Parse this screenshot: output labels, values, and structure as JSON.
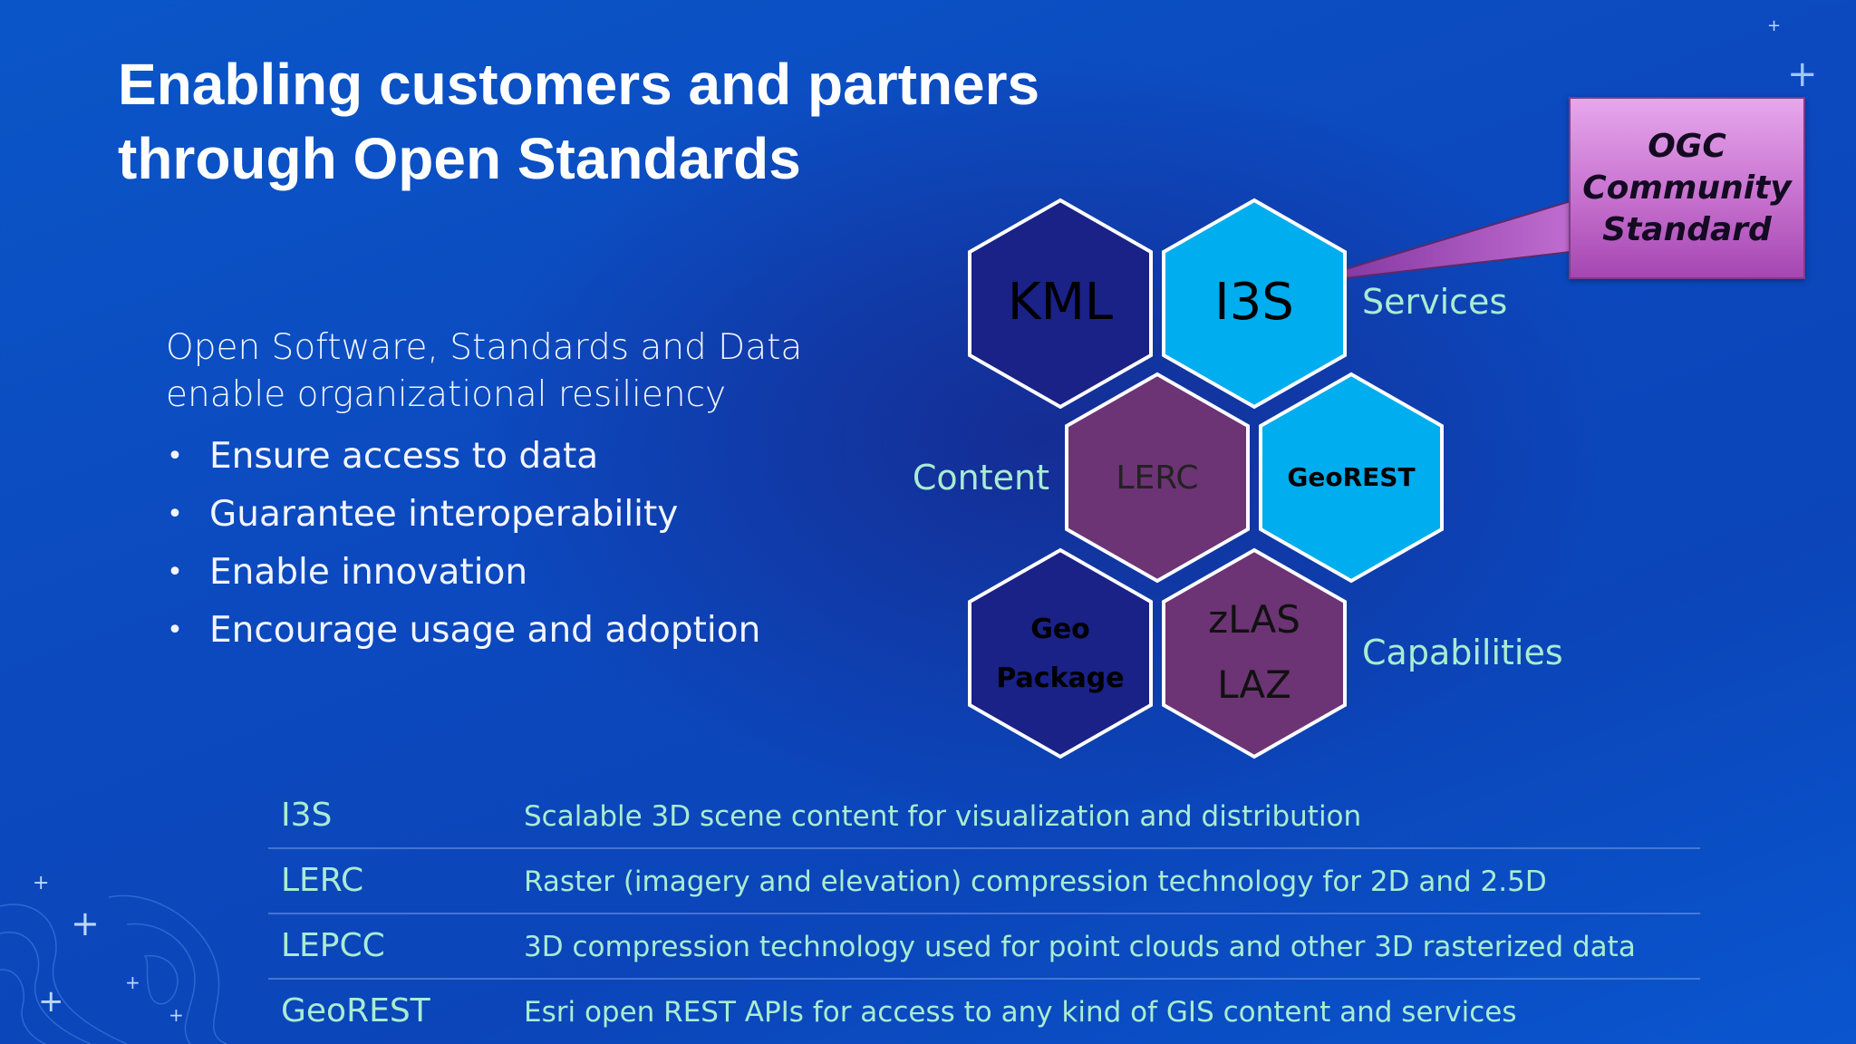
{
  "title_lines": [
    "Enabling customers and partners",
    "through Open Standards"
  ],
  "intro_lines": [
    "Open Software, Standards and Data",
    "enable organizational resiliency"
  ],
  "bullets": [
    "Ensure access to data",
    "Guarantee interoperability",
    "Enable innovation",
    "Encourage usage and adoption"
  ],
  "hexagons": {
    "kml": "KML",
    "i3s": "I3S",
    "lerc": "LERC",
    "georest": "GeoREST",
    "geopackage_line1": "Geo",
    "geopackage_line2": "Package",
    "zlas_line1": "zLAS",
    "zlas_line2": "LAZ"
  },
  "side_labels": {
    "services": "Services",
    "content": "Content",
    "capabilities": "Capabilities"
  },
  "callout_lines": [
    "OGC",
    "Community",
    "Standard"
  ],
  "definitions": [
    {
      "term": "I3S",
      "description": "Scalable 3D scene content for visualization and distribution"
    },
    {
      "term": "LERC",
      "description": "Raster (imagery and elevation) compression technology for 2D and 2.5D"
    },
    {
      "term": "LEPCC",
      "description": "3D compression technology used for point clouds and other 3D rasterized data"
    },
    {
      "term": "GeoREST",
      "description": "Esri open REST APIs for access to any kind of GIS content and services"
    }
  ],
  "colors": {
    "dark_navy": "#1a2187",
    "cyan": "#00adee",
    "plum": "#6c3474",
    "label_green": "#a9ecd1"
  }
}
